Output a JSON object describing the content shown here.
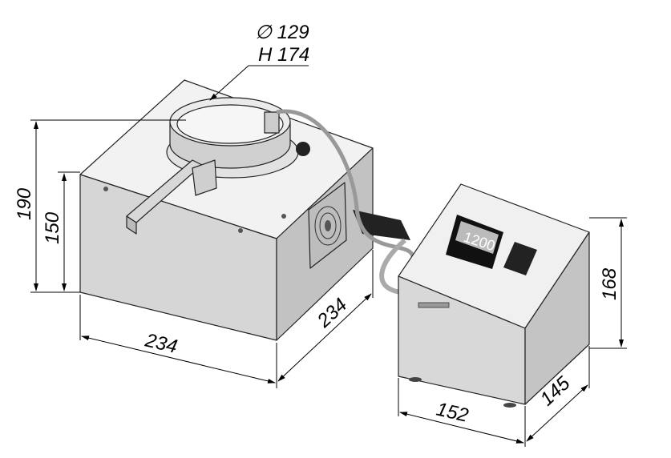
{
  "callout": {
    "diameter": "∅ 129",
    "height": "H 174"
  },
  "heater_unit": {
    "height_total": "190",
    "height_box": "150",
    "width": "234",
    "depth": "234"
  },
  "control_box": {
    "height": "168",
    "width": "152",
    "depth": "145",
    "display_value": "1200"
  },
  "colors": {
    "face_front": "#d9d9d9",
    "face_top": "#f2f2f2",
    "face_side": "#c4c4c4",
    "display": "#111111"
  }
}
